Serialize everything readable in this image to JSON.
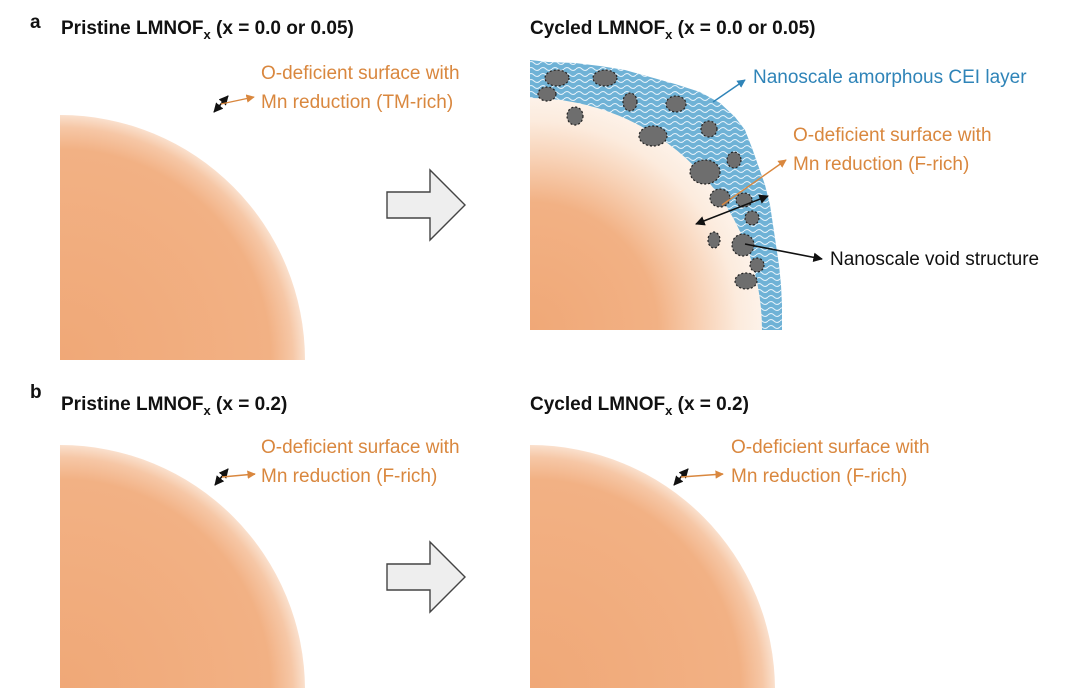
{
  "panel_a": {
    "letter": "a",
    "pristine": {
      "title_main": "Pristine LMNOF",
      "title_sub": "x",
      "title_tail": " (x = 0.0 or 0.05)",
      "annotation": [
        "O-deficient surface with",
        "Mn reduction (TM-rich)"
      ]
    },
    "cycled": {
      "title_main": "Cycled LMNOF",
      "title_sub": "x",
      "title_tail": " (x = 0.0 or 0.05)",
      "cei_label": "Nanoscale amorphous CEI layer",
      "annotation": [
        "O-deficient surface with",
        "Mn reduction (F-rich)"
      ],
      "void_label": "Nanoscale void structure"
    }
  },
  "panel_b": {
    "letter": "b",
    "pristine": {
      "title_main": "Pristine LMNOF",
      "title_sub": "x",
      "title_tail": " (x = 0.2)",
      "annotation": [
        "O-deficient surface with",
        "Mn reduction (F-rich)"
      ]
    },
    "cycled": {
      "title_main": "Cycled LMNOF",
      "title_sub": "x",
      "title_tail": " (x = 0.2)",
      "annotation": [
        "O-deficient surface with",
        "Mn reduction (F-rich)"
      ]
    }
  },
  "colors": {
    "particle": "#f2b184",
    "particle_core": "#f0a877",
    "surface_label": "#d9873e",
    "cei_layer": "#6fb2d6",
    "cei_label": "#2f84b8",
    "void_fill": "#6e6e6e",
    "arrow_fill": "#eeeeee",
    "arrow_stroke": "#444444"
  }
}
